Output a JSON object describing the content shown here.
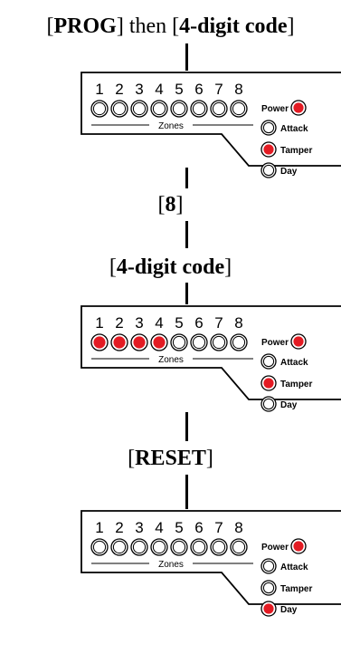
{
  "colors": {
    "lit": "#e31b23",
    "outline": "#000000",
    "background": "#ffffff"
  },
  "steps": [
    {
      "pre": "[",
      "bold": "PROG",
      "mid": "] then [",
      "bold2": "4-digit code",
      "post": "]"
    },
    {
      "pre": "[",
      "bold": "8",
      "post": "]"
    },
    {
      "pre": "[",
      "bold": "4-digit code",
      "post": "]"
    },
    {
      "pre": "[",
      "bold": "RESET",
      "post": "]"
    }
  ],
  "panel_labels": {
    "zones": "Zones",
    "zone_numbers": [
      "1",
      "2",
      "3",
      "4",
      "5",
      "6",
      "7",
      "8"
    ],
    "power": "Power",
    "attack": "Attack",
    "tamper": "Tamper",
    "day": "Day"
  },
  "panels": [
    {
      "zones_lit": [
        false,
        false,
        false,
        false,
        false,
        false,
        false,
        false
      ],
      "indicators": {
        "power": true,
        "attack": false,
        "tamper": true,
        "day": false
      }
    },
    {
      "zones_lit": [
        true,
        true,
        true,
        true,
        false,
        false,
        false,
        false
      ],
      "indicators": {
        "power": true,
        "attack": false,
        "tamper": true,
        "day": false
      }
    },
    {
      "zones_lit": [
        false,
        false,
        false,
        false,
        false,
        false,
        false,
        false
      ],
      "indicators": {
        "power": true,
        "attack": false,
        "tamper": false,
        "day": true
      }
    }
  ]
}
